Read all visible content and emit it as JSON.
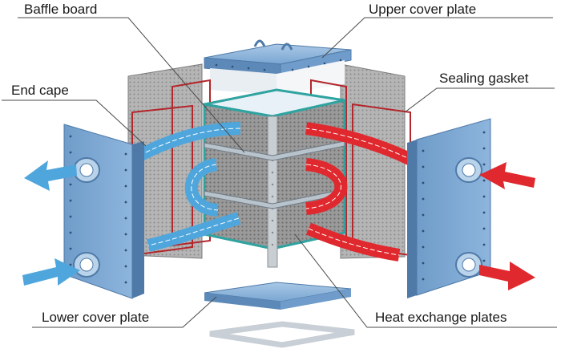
{
  "diagram": {
    "labels": {
      "baffle_board": "Baffle board",
      "upper_cover_plate": "Upper cover plate",
      "end_cape": "End cape",
      "sealing_gasket": "Sealing gasket",
      "lower_cover_plate": "Lower cover plate",
      "heat_exchange_plates": "Heat exchange plates"
    },
    "colors": {
      "steel_blue": "#7aa6d2",
      "steel_blue_dark": "#5b86b5",
      "frame_teal": "#2fa3a0",
      "gasket_red": "#b3262b",
      "hot_arrow": "#e0292e",
      "cold_arrow": "#4fa6dc",
      "plate_grey": "#8e8e8e",
      "leader_line": "#4a4a4a"
    }
  }
}
